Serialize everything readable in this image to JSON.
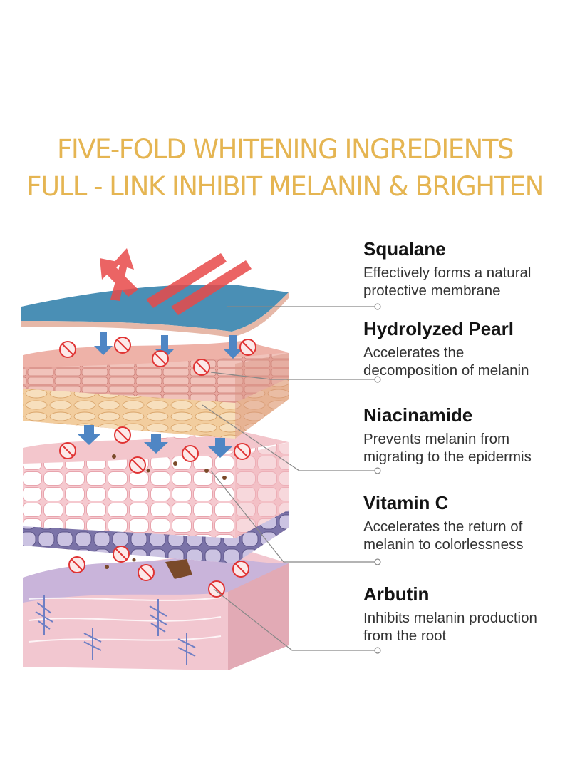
{
  "title": {
    "line1": "FIVE-FOLD WHITENING INGREDIENTS",
    "line2": "FULL - LINK INHIBIT MELANIN & BRIGHTEN"
  },
  "colors": {
    "title": "#e5b552",
    "leader_line": "#888888",
    "membrane": "#4a8fb5",
    "epidermis": "#e7a49c",
    "blocked_symbol": "#e03434",
    "arrow_blue": "#4f86c4",
    "arrow_red": "#e84a4a"
  },
  "ingredients": [
    {
      "name": "Squalane",
      "desc": "Effectively forms a natural protective membrane"
    },
    {
      "name": "Hydrolyzed Pearl",
      "desc": "Accelerates the decomposition of melanin"
    },
    {
      "name": "Niacinamide",
      "desc": "Prevents melanin from migrating to the epidermis"
    },
    {
      "name": "Vitamin C",
      "desc": "Accelerates the return of melanin to colorlessness"
    },
    {
      "name": "Arbutin",
      "desc": "Inhibits melanin production from the root"
    }
  ]
}
